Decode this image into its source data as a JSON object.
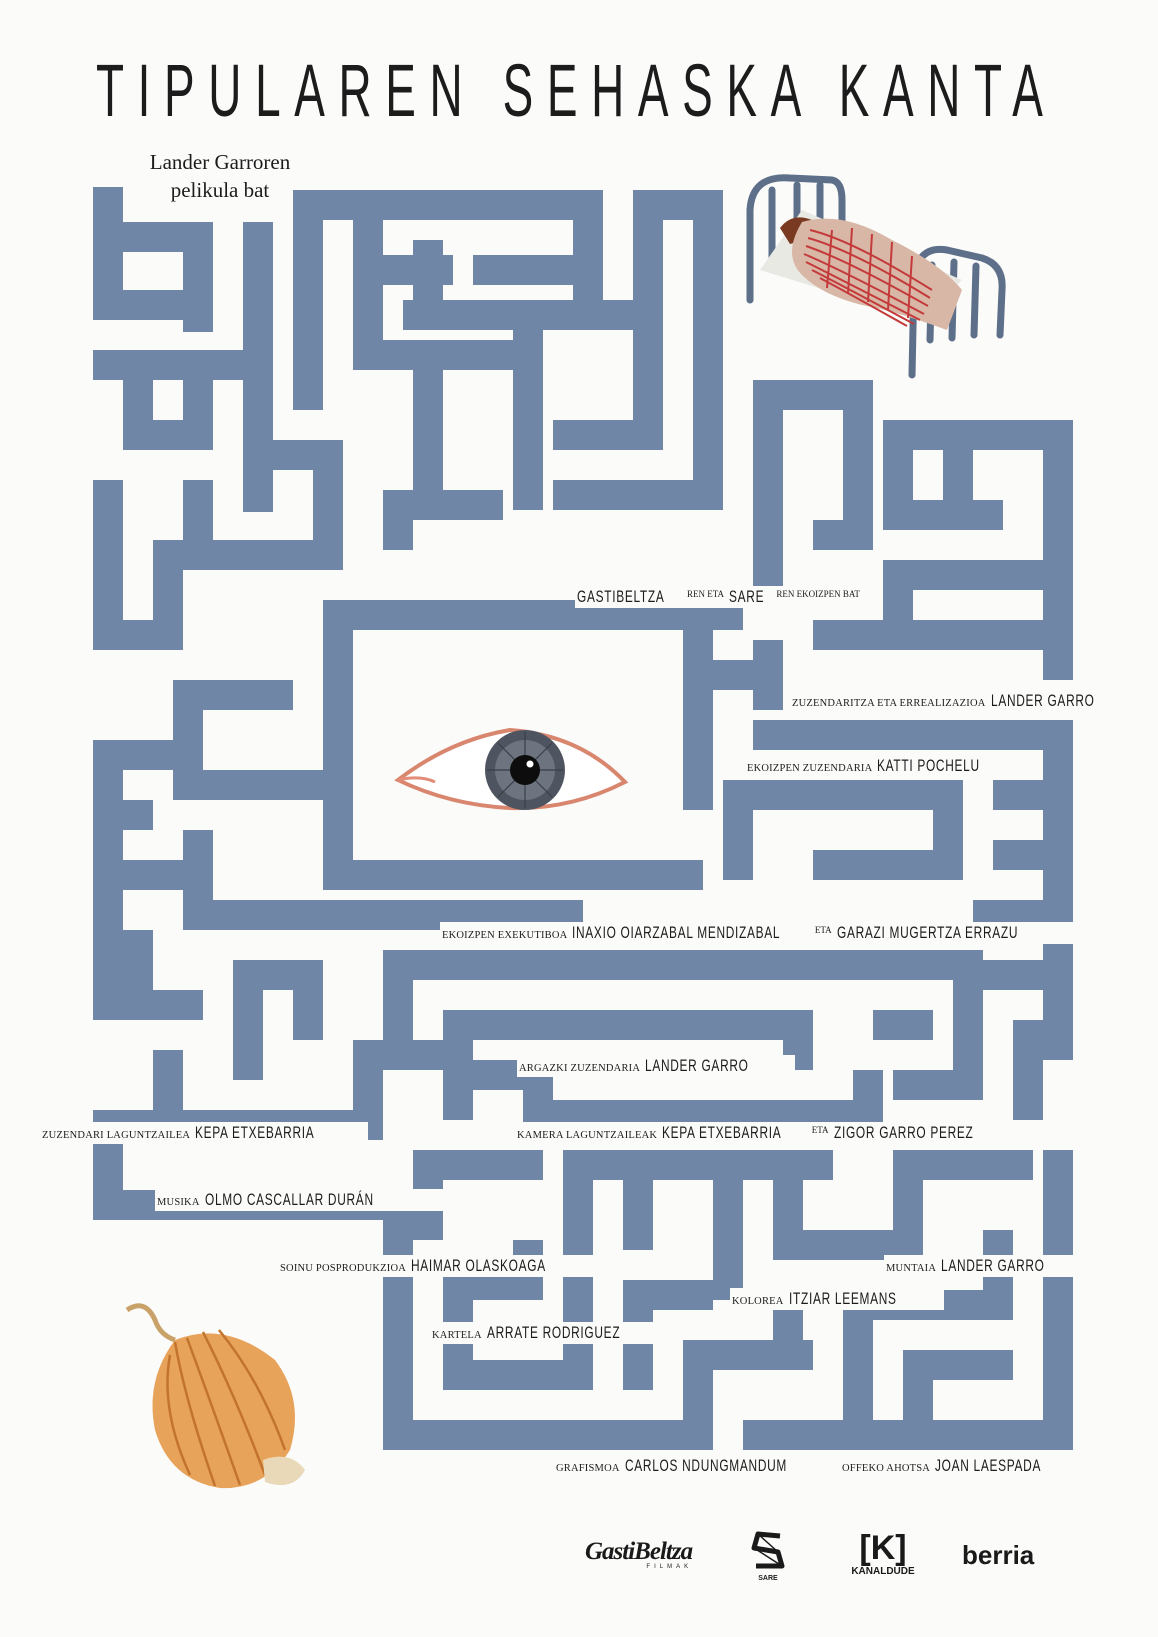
{
  "poster": {
    "title": "TIPULAREN SEHASKA KANTA",
    "byline": [
      "Lander Garroren",
      "pelikula bat"
    ]
  },
  "colors": {
    "maze": "#6f86a7",
    "background": "#fbfbfa",
    "text": "#1c1c1c"
  },
  "production": {
    "company1": "GASTIBELTZA",
    "joiner": "REN ETA",
    "company2": "SARE",
    "suffix": "REN EKOIZPEN BAT"
  },
  "credits": [
    {
      "role": "ZUZENDARITZA ETA ERREALIZAZIOA",
      "name": "LANDER GARRO"
    },
    {
      "role": "EKOIZPEN ZUZENDARIA",
      "name": "KATTI POCHELU"
    },
    {
      "role": "EKOIZPEN EXEKUTIBOA",
      "name": "INAXIO OIARZABAL MENDIZABAL",
      "joiner": "ETA",
      "name2": "GARAZI MUGERTZA ERRAZU"
    },
    {
      "role": "ARGAZKI ZUZENDARIA",
      "name": "LANDER GARRO"
    },
    {
      "role": "ZUZENDARI LAGUNTZAILEA",
      "name": "KEPA ETXEBARRIA"
    },
    {
      "role": "KAMERA LAGUNTZAILEAK",
      "name": "KEPA ETXEBARRIA",
      "joiner": "ETA",
      "name2": "ZIGOR GARRO PEREZ"
    },
    {
      "role": "MUSIKA",
      "name": "OLMO CASCALLAR DURÁN"
    },
    {
      "role": "SOINU POSPRODUKZIOA",
      "name": "HAIMAR OLASKOAGA"
    },
    {
      "role": "MUNTAIA",
      "name": "LANDER GARRO"
    },
    {
      "role": "KOLOREA",
      "name": "ITZIAR LEEMANS"
    },
    {
      "role": "KARTELA",
      "name": "ARRATE RODRIGUEZ"
    },
    {
      "role": "GRAFISMOA",
      "name": "CARLOS NDUNGMANDUM"
    },
    {
      "role": "OFFEKO AHOTSA",
      "name": "JOAN LAESPADA"
    }
  ],
  "logos": {
    "gastibeltza": "GastiBeltza",
    "gastibeltza_sub": "FILMAK",
    "sare": "SARE",
    "kanaldude_mark": "[K]",
    "kanaldude": "KANALDUDE",
    "berria": "berria"
  },
  "icons": [
    "bed-icon",
    "eye-icon",
    "onion-icon"
  ]
}
